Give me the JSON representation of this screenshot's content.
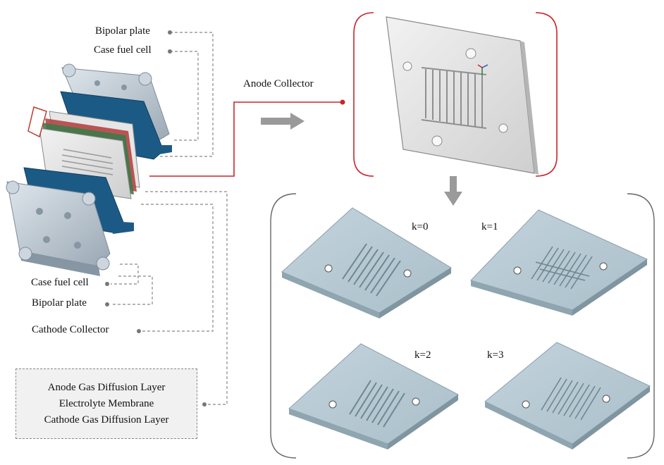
{
  "labels": {
    "bipolar_top": "Bipolar plate",
    "case_top": "Case fuel cell",
    "case_bottom": "Case fuel cell",
    "bipolar_bottom": "Bipolar plate",
    "cathode_collector": "Cathode Collector",
    "anode_collector": "Anode Collector"
  },
  "box_lines": [
    "Anode Gas Diffusion Layer",
    "Electrolyte Membrane",
    "Cathode Gas Diffusion Layer"
  ],
  "variants": [
    {
      "k": "k=0"
    },
    {
      "k": "k=1"
    },
    {
      "k": "k=2"
    },
    {
      "k": "k=3"
    }
  ],
  "colors": {
    "case": "#b9c4cf",
    "blue_plate": "#1c5a86",
    "red_line": "#c8252b",
    "leader": "#888888",
    "tile": "#b6c9d3",
    "arrow": "#9a9a9a"
  }
}
